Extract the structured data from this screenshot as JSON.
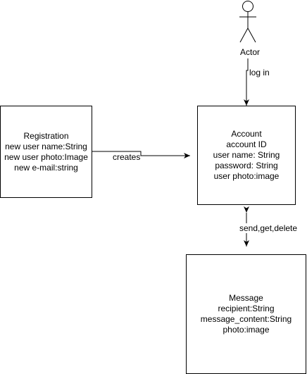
{
  "actor": {
    "label": "Actor"
  },
  "registration": {
    "lines": [
      "Registration",
      "new user name:String",
      "new user photo:Image",
      "new e-mail:string"
    ]
  },
  "account": {
    "lines": [
      "Account",
      "account ID",
      "user name: String",
      "password: String",
      "user photo:image"
    ]
  },
  "message": {
    "lines": [
      "Message",
      "recipient:String",
      "message_content:String",
      "photo:image"
    ]
  },
  "edges": {
    "login": "log in",
    "creates": "creates",
    "send": "send,get,delete"
  }
}
